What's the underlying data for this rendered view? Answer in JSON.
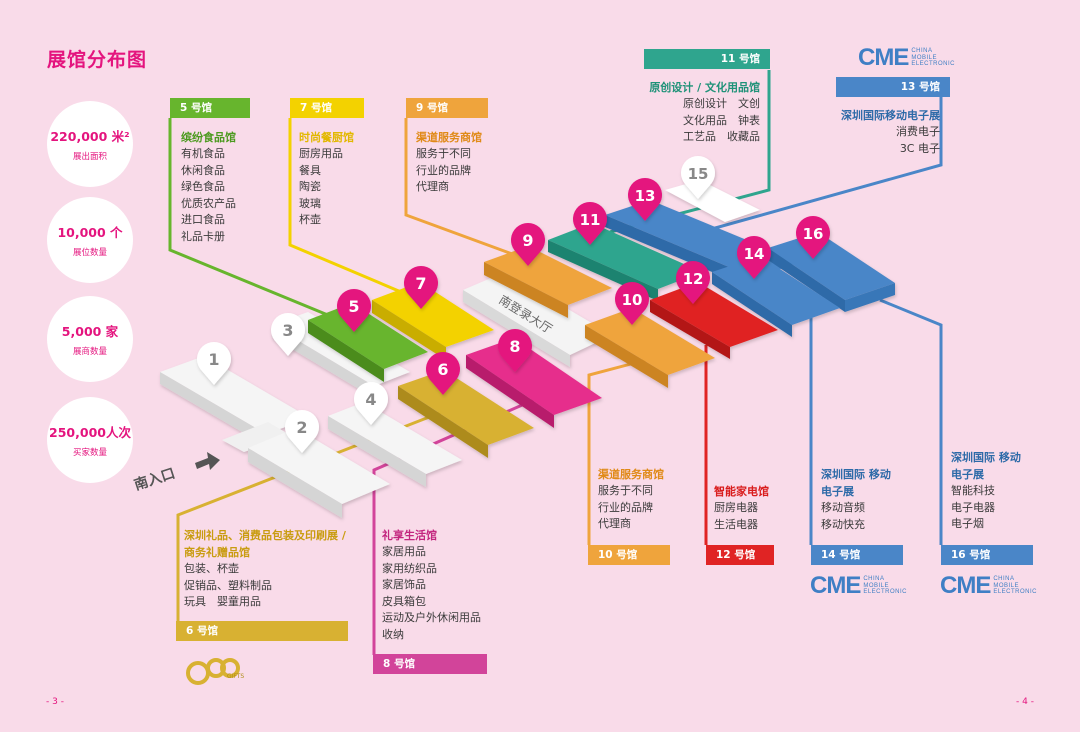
{
  "title": "展馆分布图",
  "stats": [
    {
      "value": "220,000 米²",
      "label": "展出面积"
    },
    {
      "value": "10,000 个",
      "label": "展位数量"
    },
    {
      "value": "5,000 家",
      "label": "展商数量"
    },
    {
      "value": "250,000人次",
      "label": "买家数量"
    }
  ],
  "halls": {
    "h5": {
      "header": "5 号馆",
      "title": "缤纷食品馆",
      "items": [
        "有机食品",
        "休闲食品",
        "绿色食品",
        "优质农产品",
        "进口食品",
        "礼品卡册"
      ],
      "color": "#67b52d"
    },
    "h7": {
      "header": "7 号馆",
      "title": "时尚餐厨馆",
      "items": [
        "厨房用品",
        "餐具",
        "陶瓷",
        "玻璃",
        "杯壶"
      ],
      "color": "#f3d200"
    },
    "h9": {
      "header": "9 号馆",
      "title": "渠道服务商馆",
      "items": [
        "服务于不同",
        "行业的品牌",
        "代理商"
      ],
      "color": "#efa43c"
    },
    "h11": {
      "header": "11 号馆",
      "title": "原创设计 / 文化用品馆",
      "items": [
        "原创设计　文创",
        "文化用品　钟表",
        "工艺品　收藏品"
      ],
      "color": "#2fa58e"
    },
    "h13": {
      "header": "13 号馆",
      "title": "深圳国际移动电子展",
      "items": [
        "消费电子",
        "3C 电子"
      ],
      "color": "#4a86c8"
    },
    "h6": {
      "header": "6 号馆",
      "title": "深圳礼品、消费品包装及印刷展 / 商务礼赠品馆",
      "items": [
        "包装、杯壶",
        "促销品、塑料制品",
        "玩具　婴童用品"
      ],
      "color": "#d8b132"
    },
    "h8": {
      "header": "8 号馆",
      "title": "礼享生活馆",
      "items": [
        "家居用品",
        "家用纺织品",
        "家居饰品",
        "皮具箱包",
        "运动及户外休闲用品",
        "收纳"
      ],
      "color": "#d2449a"
    },
    "h10": {
      "header": "10 号馆",
      "title": "渠道服务商馆",
      "items": [
        "服务于不同",
        "行业的品牌",
        "代理商"
      ],
      "color": "#efa43c"
    },
    "h12": {
      "header": "12 号馆",
      "title": "智能家电馆",
      "items": [
        "厨房电器",
        "生活电器"
      ],
      "color": "#e02424"
    },
    "h14": {
      "header": "14 号馆",
      "title": "深圳国际 移动电子展",
      "items": [
        "移动音频",
        "移动快充"
      ],
      "color": "#4a86c8"
    },
    "h16": {
      "header": "16 号馆",
      "title": "深圳国际 移动电子展",
      "items": [
        "智能科技",
        "电子电器",
        "电子烟"
      ],
      "color": "#4a86c8"
    }
  },
  "map": {
    "entrance": "南入口",
    "lobby": "南登录大厅",
    "markers": [
      "1",
      "2",
      "3",
      "4",
      "5",
      "6",
      "7",
      "8",
      "9",
      "10",
      "11",
      "12",
      "13",
      "14",
      "15",
      "16"
    ]
  },
  "brand": {
    "logo": "CME",
    "sub": [
      "CHINA",
      "MOBILE",
      "ELECTRONIC"
    ]
  },
  "gift_logo": "GIFTS",
  "page_numbers": {
    "left": "- 3 -",
    "right": "- 4 -"
  },
  "colors": {
    "accent": "#e4147e",
    "background": "#f9dbe9",
    "marker": "#e4147e"
  }
}
